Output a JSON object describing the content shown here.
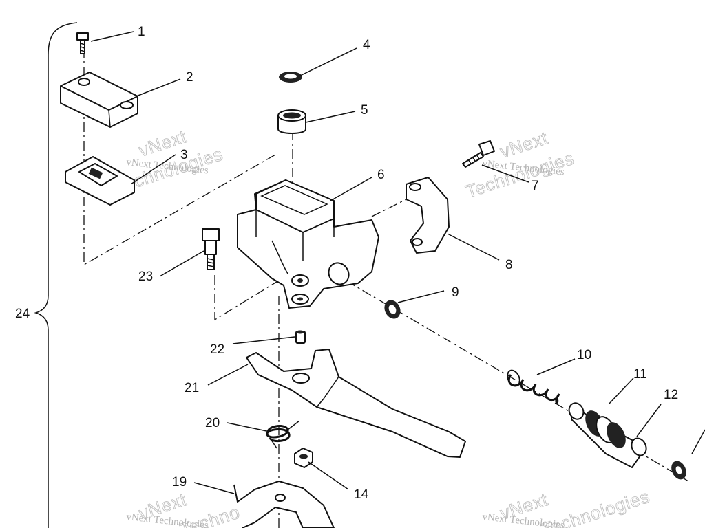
{
  "callouts": {
    "c1": "1",
    "c2": "2",
    "c3": "3",
    "c4": "4",
    "c5": "5",
    "c6": "6",
    "c7": "7",
    "c8": "8",
    "c9": "9",
    "c10": "10",
    "c11": "11",
    "c12": "12",
    "c14": "14",
    "c19": "19",
    "c20": "20",
    "c21": "21",
    "c22": "22",
    "c23": "23",
    "c24": "24"
  },
  "watermark": {
    "top_left_small": "vNext Technologies",
    "top_left_big_1": "vNext",
    "top_left_big_2": "Technologies",
    "top_right_small": "vNext Technologies",
    "top_right_big_1": "vNext",
    "top_right_big_2": "Technologies",
    "bottom_left_small": "vNext Technologies",
    "bottom_left_big_1": "vNext",
    "bottom_left_big_2": "Technologies",
    "bottom_right_small": "vNext Technologies",
    "bottom_right_big_1": "vNext",
    "bottom_right_big_2": "Technologies"
  }
}
